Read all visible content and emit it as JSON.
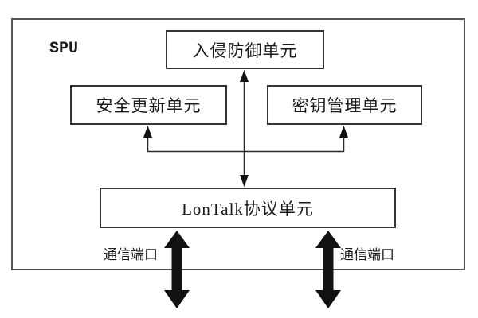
{
  "diagram": {
    "container_label": "SPU",
    "nodes": {
      "intrusion_prevention": {
        "label": "入侵防御单元"
      },
      "security_update": {
        "label": "安全更新单元"
      },
      "key_management": {
        "label": "密钥管理单元"
      },
      "lontalk_protocol": {
        "label": "LonTalk协议单元"
      }
    },
    "port_labels": {
      "left": "通信端口",
      "right": "通信端口"
    },
    "colors": {
      "background": "#ffffff",
      "outer_border": "#555555",
      "node_border": "#333333",
      "connector_line": "#2a2a2a",
      "arrowhead_fill": "#111111",
      "thick_arrow_fill": "#111111",
      "text": "#1a1a1a"
    }
  }
}
